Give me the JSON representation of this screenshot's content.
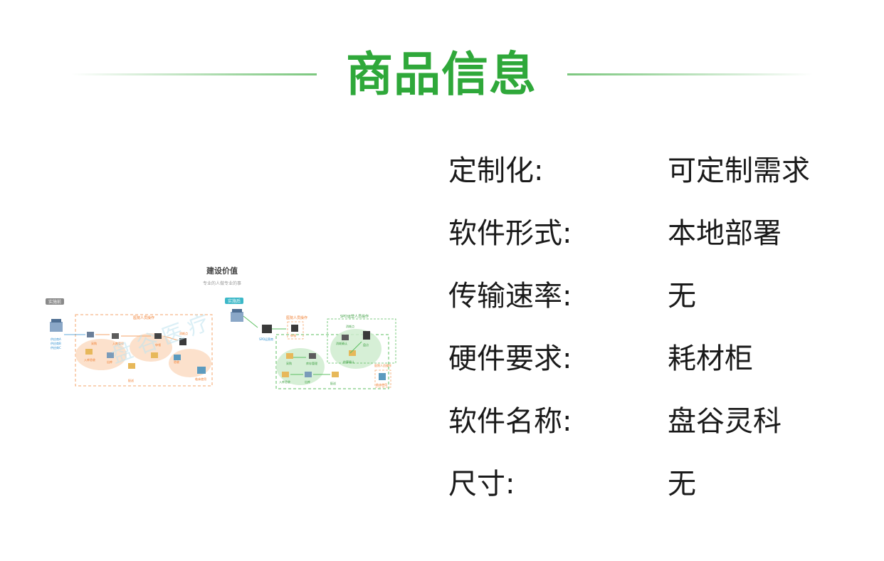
{
  "header": {
    "title": "商品信息"
  },
  "image": {
    "heading": "建设价值",
    "subheading": "专业的人做专业的事",
    "before_badge": "实施前",
    "after_badge": "实施后",
    "before_box_title": "医院人员操作",
    "after_box_title": "SPD运营人员操作",
    "after_small_box_title": "医院人员操作",
    "clinical_box_title": "医院人员操作",
    "suppliers": [
      "供应商A",
      "供应商B",
      "供应商C"
    ],
    "before_nodes": [
      "采购",
      "入库验收",
      "出库",
      "申领",
      "验收",
      "消耗点",
      "临床使用",
      "配送",
      "入库管理"
    ],
    "after_nodes": [
      "SPD运营商",
      "申领",
      "采购",
      "库存管理",
      "入库验收",
      "出库",
      "配送",
      "消耗确认",
      "盘点",
      "消耗点",
      "结算确认",
      "临床使用"
    ],
    "watermark": "盘谷医疗",
    "colors": {
      "orange": "#f5a66b",
      "green": "#5cbf61",
      "accent": "#f07a2a"
    }
  },
  "specs": [
    {
      "label": "定制化:",
      "value": "可定制需求"
    },
    {
      "label": "软件形式:",
      "value": "本地部署"
    },
    {
      "label": "传输速率:",
      "value": "无"
    },
    {
      "label": "硬件要求:",
      "value": "耗材柜"
    },
    {
      "label": "软件名称:",
      "value": "盘谷灵科"
    },
    {
      "label": "尺寸:",
      "value": "无"
    }
  ]
}
